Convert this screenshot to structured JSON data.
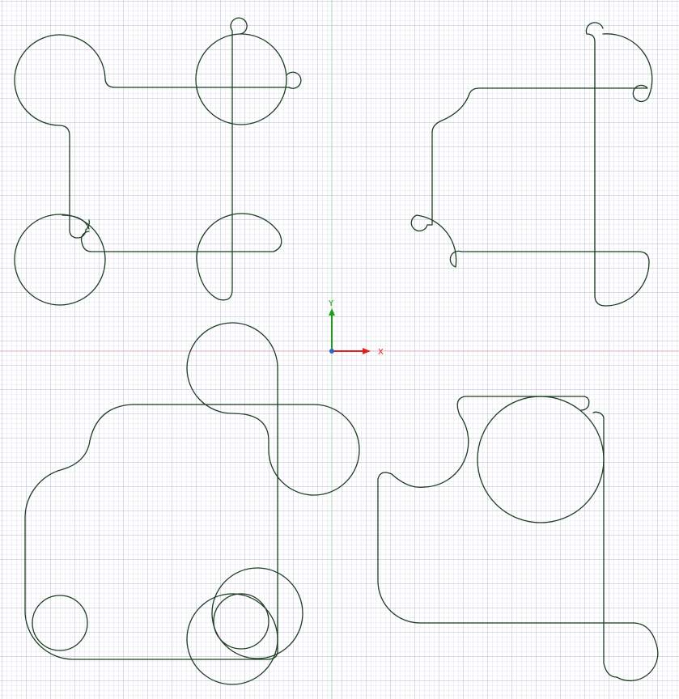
{
  "viewport": {
    "kind": "cad-sketch-canvas",
    "background": "#ffffff",
    "grid_minor_color": "#c9c9df",
    "grid_major_color": "#a9a9c9",
    "grid_visible": true
  },
  "axes": {
    "x_label": "X",
    "y_label": "Y",
    "x_color": "#e02020",
    "y_color": "#18a018",
    "x_axis_line_color": "#f0b8c0",
    "y_axis_line_color": "#a8d8a8",
    "origin_color": "#3060d0",
    "origin_icon": "origin-dot-icon"
  },
  "sketch": {
    "stroke_color": "#1d3d22",
    "shape_count": 4
  }
}
